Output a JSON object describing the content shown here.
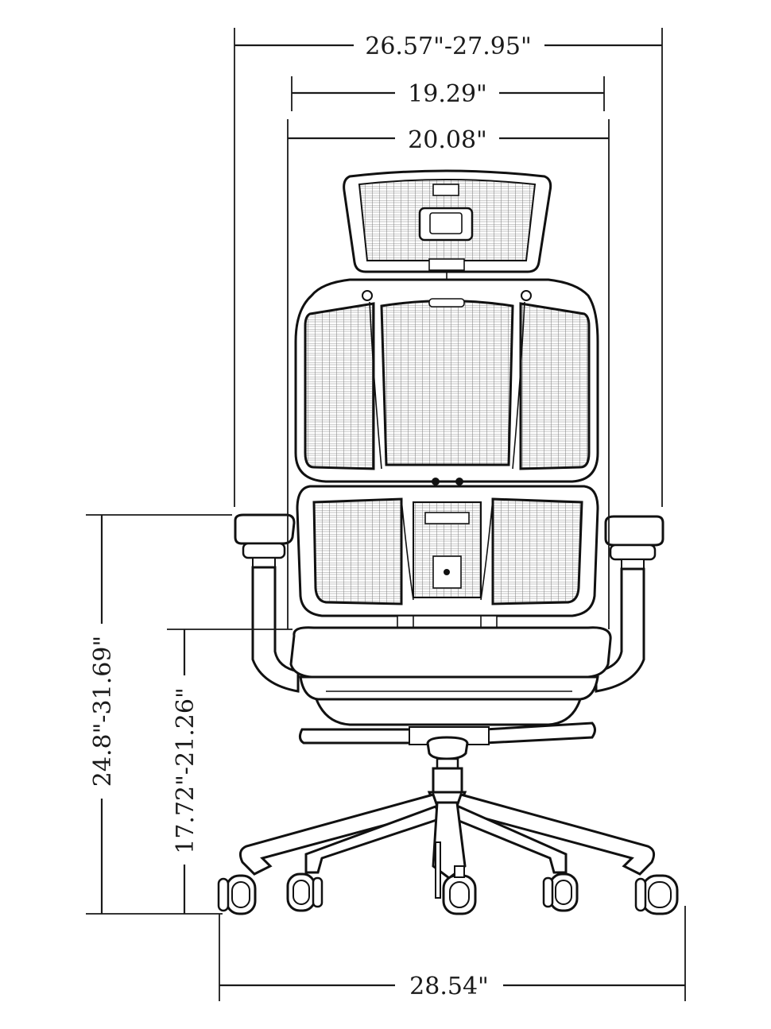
{
  "dimensions": {
    "overall_width": "26.57\"-27.95\"",
    "backrest_inner_width": "19.29\"",
    "backrest_outer_width": "20.08\"",
    "armrest_height": "24.8\"-31.69\"",
    "seat_height": "17.72\"-21.26\"",
    "base_width": "28.54\""
  }
}
